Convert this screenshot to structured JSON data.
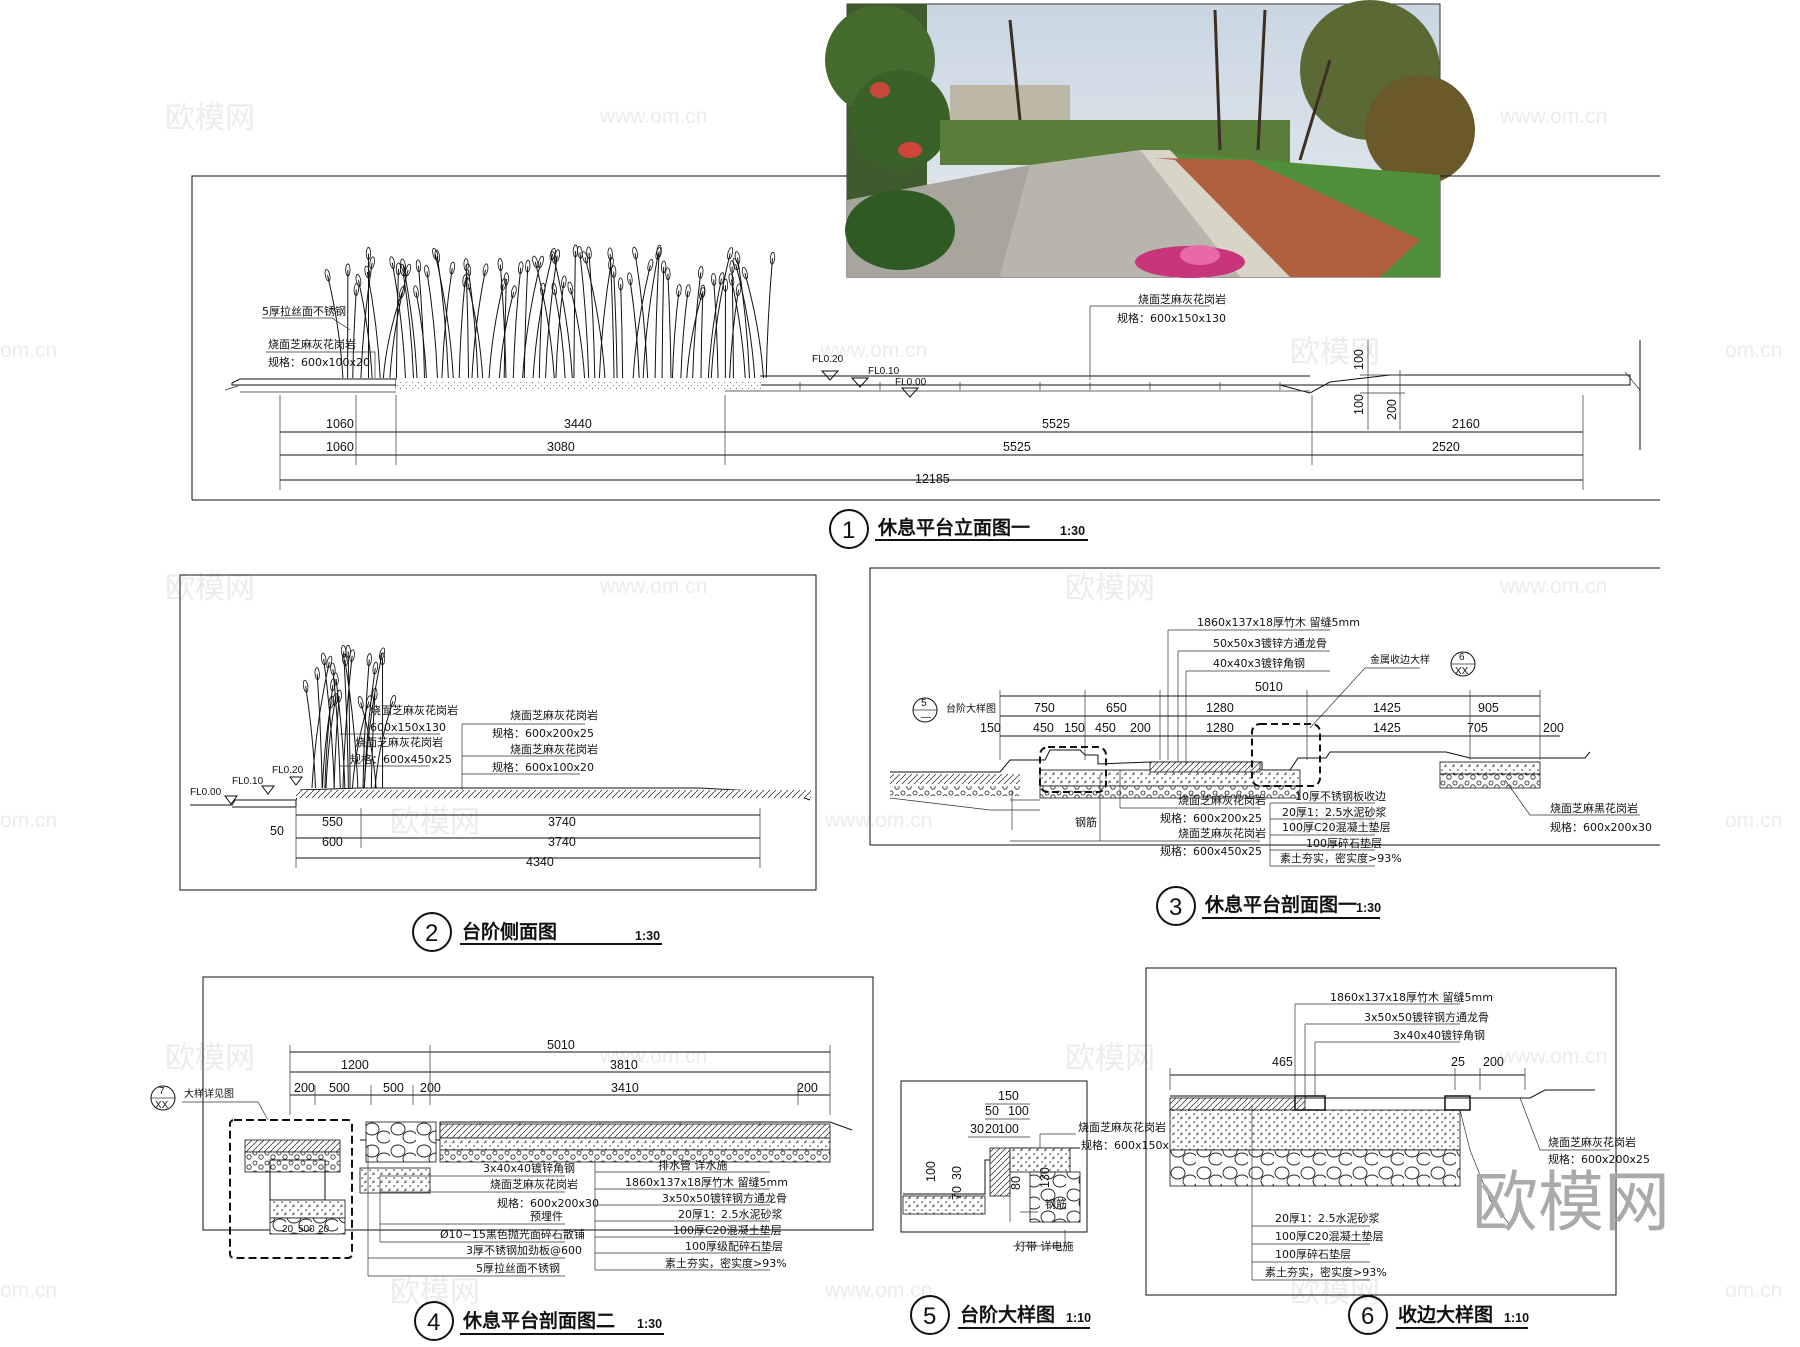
{
  "watermarks": {
    "cn": "欧模网",
    "url": "www.om.cn",
    "url_partial": "om.cn",
    "brand_large": "欧模网"
  },
  "photo": {
    "description_icon": "landscape-photo"
  },
  "drawing1": {
    "number": "1",
    "title": "休息平台立面图一",
    "scale": "1:30",
    "label_steel": "5厚拉丝面不锈钢",
    "label_granite": "烧面芝麻灰花岗岩",
    "spec_granite": "规格：600x100x20",
    "label_granite_right": "烧面芝麻灰花岗岩",
    "spec_granite_right": "规格：600x150x130",
    "fl1": "FL0.20",
    "fl2": "FL0.10",
    "fl3": "FL0.00",
    "v100a": "100",
    "v100b": "100",
    "v200": "200",
    "dims_row1": [
      "1060",
      "3440",
      "5525",
      "2160"
    ],
    "dims_row2": [
      "1060",
      "3080",
      "5525",
      "2520"
    ],
    "dims_total": "12185"
  },
  "drawing2": {
    "number": "2",
    "title": "台阶侧面图",
    "scale": "1:30",
    "l1": "烧面芝麻灰花岗岩",
    "l1s": "600x150x130",
    "l2": "烧面芝麻灰花岗岩",
    "l2s": "规格：600x450x25",
    "l3": "烧面芝麻灰花岗岩",
    "l3s": "规格：600x200x25",
    "l4": "烧面芝麻灰花岗岩",
    "l4s": "规格：600x100x20",
    "fl0": "FL0.00",
    "fl1": "FL0.10",
    "fl2": "FL0.20",
    "d50": "50",
    "dims_row1": [
      "550",
      "3740"
    ],
    "dims_row2": [
      "600",
      "3740"
    ],
    "dims_total": "4340"
  },
  "drawing3": {
    "number": "3",
    "title": "休息平台剖面图一",
    "scale": "1:30",
    "top_labels": [
      "1860x137x18厚竹木 留缝5mm",
      "50x50x3镀锌方通龙骨",
      "40x40x3镀锌角钢"
    ],
    "metal_label": "金属收边大样",
    "ref5_num": "5",
    "ref5_sheet": "—",
    "ref5_label": "台阶大样图",
    "ref6_num": "6",
    "ref6_sheet": "XX",
    "total": "5010",
    "dims_row1": [
      "750",
      "650",
      "1280",
      "1425",
      "905"
    ],
    "dims_row2": [
      "150",
      "450",
      "150",
      "450",
      "200",
      "1280",
      "1425",
      "705",
      "200"
    ],
    "bottom_labels": [
      "烧面芝麻灰花岗岩",
      "规格：600x200x25",
      "烧面芝麻灰花岗岩",
      "规格：600x450x25"
    ],
    "right_labels": [
      "10厚不锈钢板收边",
      "20厚1：2.5水泥砂浆",
      "100厚C20混凝土垫层",
      "100厚碎石垫层",
      "素土夯实，密实度>93%"
    ],
    "steel": "钢筋",
    "far_right": "烧面芝麻黑花岗岩",
    "far_right_spec": "规格：600x200x30"
  },
  "drawing4": {
    "number": "4",
    "title": "休息平台剖面图二",
    "scale": "1:30",
    "ref7_num": "7",
    "ref7_sheet": "XX",
    "ref7_label": "大样详见图",
    "total": "5010",
    "d1200": "1200",
    "d3810": "3810",
    "row3": [
      "200",
      "500",
      "500",
      "200",
      "3410",
      "200"
    ],
    "labels": [
      "3x40x40镀锌角钢",
      "烧面芝麻灰花岗岩",
      "规格：600x200x30",
      "预埋件",
      "Ø10~15黑色抛光面碎石散铺",
      "3厚不锈钢加劲板@600",
      "5厚拉丝面不锈钢"
    ],
    "right_labels": [
      "排水管 详水施",
      "1860x137x18厚竹木 留缝5mm",
      "3x50x50镀锌钢方通龙骨",
      "20厚1：2.5水泥砂浆",
      "100厚C20混凝土垫层",
      "100厚级配碎石垫层",
      "素土夯实，密实度>93%"
    ],
    "inset_dims": [
      "20",
      "500",
      "20"
    ]
  },
  "drawing5": {
    "number": "5",
    "title": "台阶大样图",
    "scale": "1:10",
    "label1": "烧面芝麻灰花岗岩",
    "label1s": "规格：600x150x130",
    "d150": "150",
    "d50": "50",
    "d100": "100",
    "d30": "30",
    "d20": "20",
    "d100b": "100",
    "left_dims": [
      "100",
      "30",
      "70"
    ],
    "d130": "130",
    "d80": "80",
    "steel": "钢筋",
    "lamp": "灯带 详电施"
  },
  "drawing6": {
    "number": "6",
    "title": "收边大样图",
    "scale": "1:10",
    "top_labels": [
      "1860x137x18厚竹木 留缝5mm",
      "3x50x50镀锌钢方通龙骨",
      "3x40x40镀锌角钢"
    ],
    "dims": [
      "465",
      "25",
      "200"
    ],
    "right_label": "烧面芝麻灰花岗岩",
    "right_spec": "规格：600x200x25",
    "bottom_labels": [
      "20厚1：2.5水泥砂浆",
      "100厚C20混凝土垫层",
      "100厚碎石垫层",
      "素土夯实，密实度>93%"
    ]
  }
}
